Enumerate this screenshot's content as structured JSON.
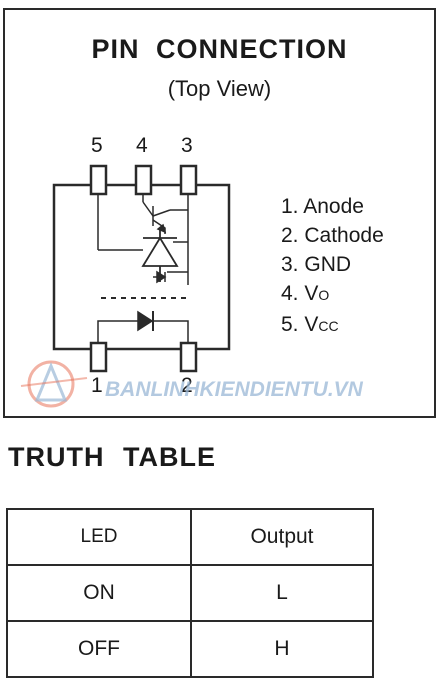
{
  "pin_connection": {
    "title": "PIN  CONNECTION",
    "subtitle": "(Top View)",
    "top_pins": [
      "5",
      "4",
      "3"
    ],
    "bottom_pins": [
      "1",
      "2"
    ],
    "legend": [
      {
        "number": "1.",
        "label": "Anode",
        "sub": ""
      },
      {
        "number": "2.",
        "label": "Cathode",
        "sub": ""
      },
      {
        "number": "3.",
        "label": "GND",
        "sub": ""
      },
      {
        "number": "4.",
        "label": "V",
        "sub": "O"
      },
      {
        "number": "5.",
        "label": "V",
        "sub": "CC"
      }
    ]
  },
  "watermark": "BANLINHKIENDIENTU.VN",
  "truth_table": {
    "title": "TRUTH  TABLE",
    "headers": [
      "LED",
      "Output"
    ],
    "rows": [
      [
        "ON",
        "L"
      ],
      [
        "OFF",
        "H"
      ]
    ]
  },
  "colors": {
    "line": "#2a2a2a",
    "watermark": "#9ab8d6",
    "watermark_accent": "#e8735a"
  }
}
